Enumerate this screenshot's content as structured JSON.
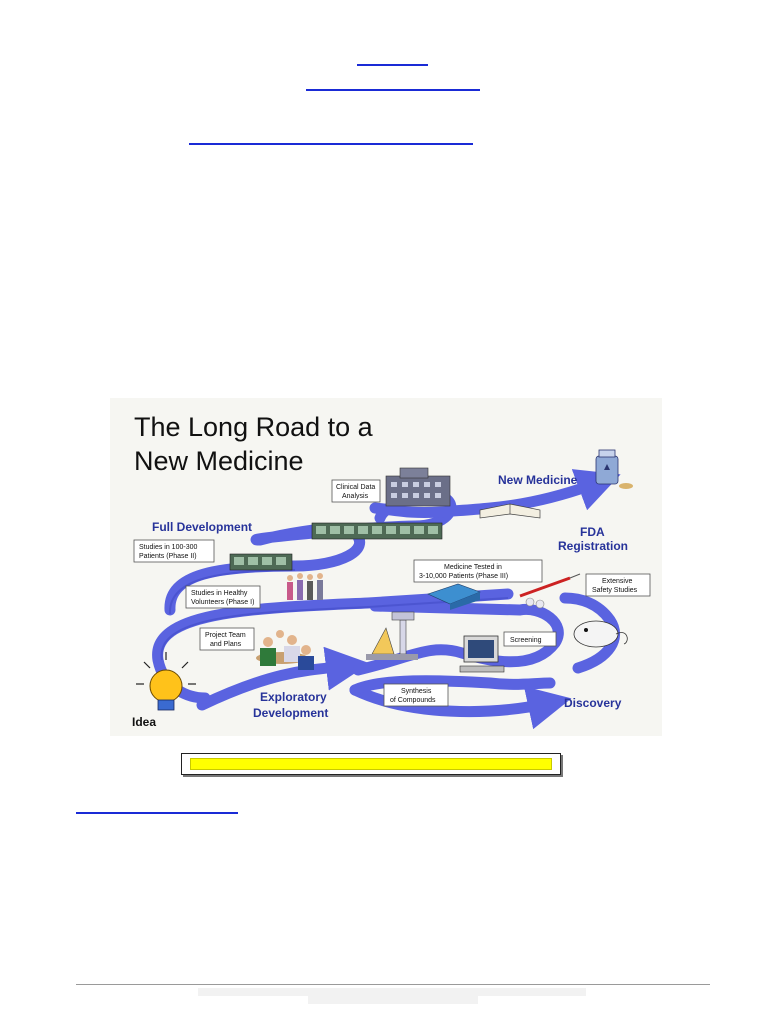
{
  "figure": {
    "title_line1": "The Long Road to a",
    "title_line2": "New Medicine",
    "stages": {
      "new_medicine": "New Medicine",
      "full_development": "Full Development",
      "fda_line1": "FDA",
      "fda_line2": "Registration",
      "exploratory_line1": "Exploratory",
      "exploratory_line2": "Development",
      "discovery": "Discovery",
      "idea": "Idea"
    },
    "boxes": {
      "clinical_data_line1": "Clinical Data",
      "clinical_data_line2": "Analysis",
      "phase2_line1": "Studies in 100-300",
      "phase2_line2": "Patients (Phase II)",
      "phase3_line1": "Medicine Tested in",
      "phase3_line2": "3-10,000 Patients (Phase III)",
      "safety_line1": "Extensive",
      "safety_line2": "Safety Studies",
      "phase1_line1": "Studies in Healthy",
      "phase1_line2": "Volunteers (Phase I)",
      "project_line1": "Project Team",
      "project_line2": "and Plans",
      "screening": "Screening",
      "synthesis_line1": "Synthesis",
      "synthesis_line2": "of Compounds"
    },
    "colors": {
      "road": "#5a63e0",
      "road_dark": "#3b44bf",
      "stage_text": "#27339a",
      "caption_fill": "#ffff00"
    }
  }
}
